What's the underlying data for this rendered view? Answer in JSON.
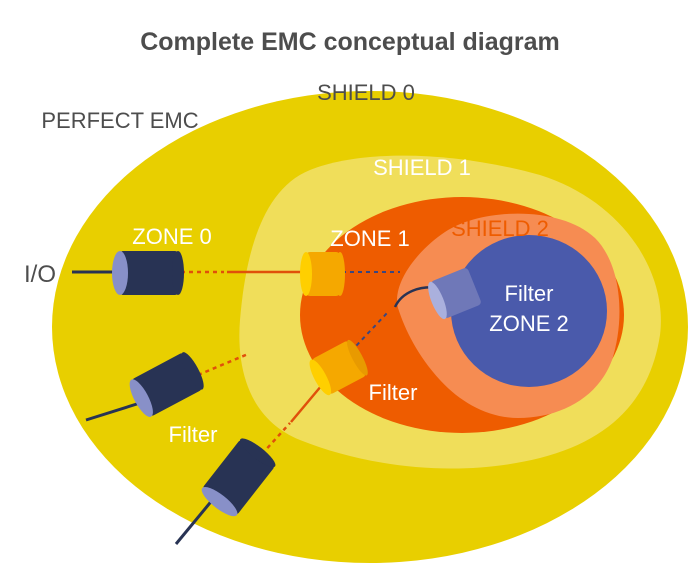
{
  "title": "Complete EMC conceptual diagram",
  "labels": {
    "shield0": "SHIELD 0",
    "perfect_emc": "PERFECT EMC",
    "shield1": "SHIELD 1",
    "shield2": "SHIELD 2",
    "zone0": "ZONE 0",
    "zone1": "ZONE 1",
    "io": "I/O",
    "filter_inner": "Filter",
    "zone2": "ZONE 2",
    "filter_mid": "Filter",
    "filter_outer": "Filter"
  },
  "colors": {
    "shield0_fill": "#e8cf00",
    "shield1_fill": "#f0de5a",
    "zone1_fill": "#ee5c00",
    "shield2_fill": "#f68c52",
    "zone2_fill": "#4a5aab",
    "connector_dark": "#283354",
    "connector_gold": "#f5a800",
    "connector_lilac": "#8890c8",
    "text_grey": "#4d4d4d",
    "text_white": "#ffffff",
    "text_orange": "#ee5c00",
    "wire_red": "#e0500a",
    "wire_navy": "#3a4680"
  },
  "icons": [
    "cable-connector-icon"
  ]
}
